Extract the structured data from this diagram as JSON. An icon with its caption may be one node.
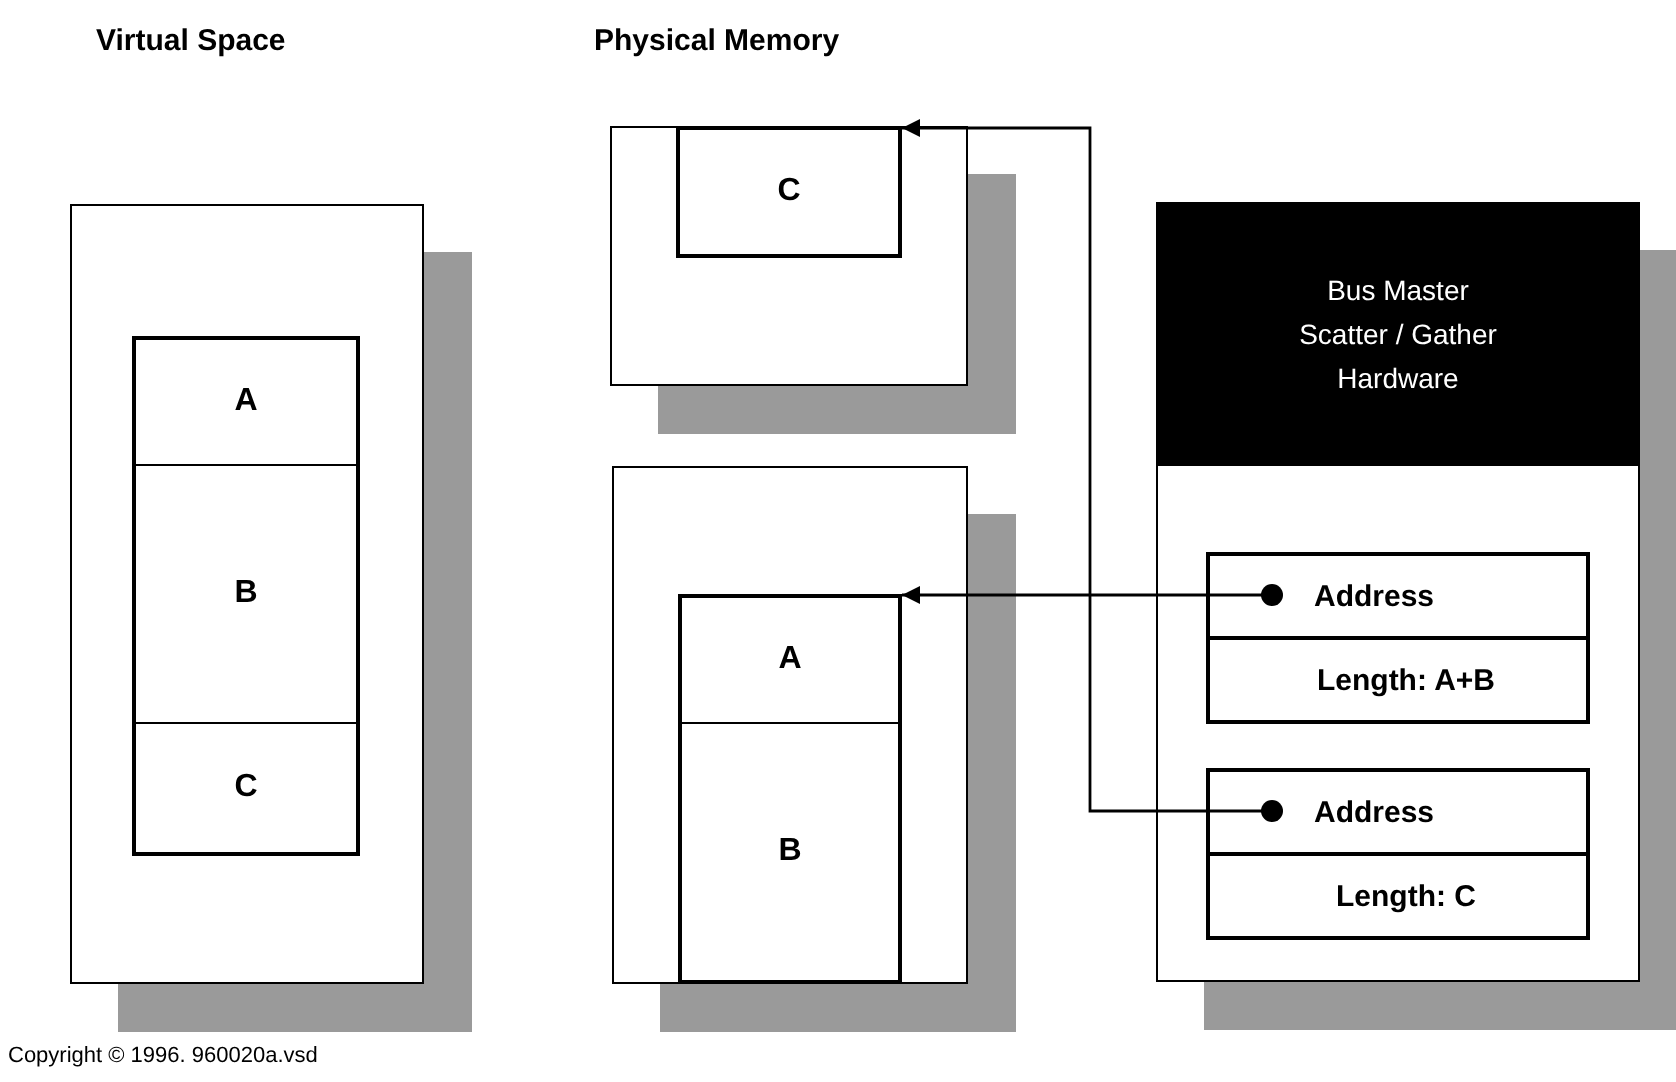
{
  "diagram": {
    "nodes": [
      {
        "text": [],
        "shape": "box"
      },
      {
        "text": [
          "A"
        ],
        "in": 0
      },
      {
        "text": [
          "B"
        ],
        "in": 0
      },
      {
        "text": [
          "C"
        ],
        "in": 0
      },
      {
        "text": [],
        "shape": "box"
      },
      {
        "text": [
          "C"
        ],
        "in": 4
      },
      {
        "text": [],
        "shape": "box"
      },
      {
        "text": [
          "A"
        ],
        "in": 6
      },
      {
        "text": [
          "B"
        ],
        "in": 6
      },
      {
        "text": [
          "Bus Master Scatter / Gather Hardware"
        ]
      },
      {
        "text": [
          "Address"
        ],
        "in": 9
      },
      {
        "text": [
          "Length: A+B"
        ],
        "in": 9
      },
      {
        "text": [
          "Address"
        ],
        "in": 9
      },
      {
        "text": [
          "Length: C"
        ],
        "in": 9
      }
    ],
    "edges": [
      {
        "from": 10,
        "to": 7,
        "arrow": "to"
      },
      {
        "from": 12,
        "to": 5,
        "arrow": "to"
      }
    ],
    "labels": [
      "Virtual Space",
      "Physical Memory",
      "Copyright © 1996. 960020a.vsd"
    ]
  }
}
